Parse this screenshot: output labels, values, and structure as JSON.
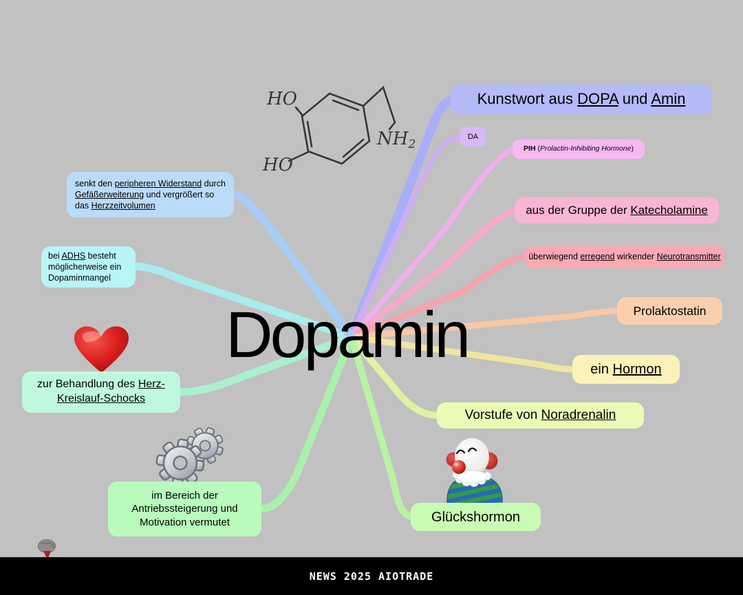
{
  "background": "#c1c1c1",
  "center": {
    "title": "Dopamin"
  },
  "footer": {
    "text": "NEWS 2025 AIOTRADE",
    "bg": "#000000",
    "color": "#ffffff"
  },
  "molecule": {
    "ho_top": "HO",
    "ho_bottom": "HO",
    "amine": "NH",
    "amine_sub": "2"
  },
  "icons": [
    {
      "name": "heart-icon",
      "meaning": "red heart",
      "glyph": "❤"
    },
    {
      "name": "gears-icon",
      "meaning": "two gears",
      "glyph": "⚙"
    },
    {
      "name": "clown-icon",
      "meaning": "clown figure",
      "glyph": "🤡"
    },
    {
      "name": "brain-icon",
      "meaning": "small brain",
      "glyph": "🧠"
    }
  ],
  "nodes": {
    "kunstwort": {
      "fill": "#b5baf9",
      "line": "#a9aef8",
      "segments": [
        {
          "text": "Kunstwort aus "
        },
        {
          "text": "DOPA",
          "u": true
        },
        {
          "text": " und "
        },
        {
          "text": "Amin",
          "u": true
        }
      ]
    },
    "da": {
      "fill": "#d8b9f5",
      "line": "#d0aef2",
      "segments": [
        {
          "text": "DA"
        }
      ]
    },
    "pih": {
      "fill": "#f8b9f2",
      "line": "#f2aeee",
      "segments": [
        {
          "text": "PIH",
          "b": true
        },
        {
          "text": " ("
        },
        {
          "text": "Prolactin-Inhibiting Hormone",
          "i": true
        },
        {
          "text": ")"
        }
      ]
    },
    "katecholamine": {
      "fill": "#f9b5d5",
      "line": "#f5aacb",
      "segments": [
        {
          "text": "aus der Gruppe der "
        },
        {
          "text": "Katecholamine",
          "u": true
        }
      ]
    },
    "neurotransmitter": {
      "fill": "#f9aab4",
      "line": "#f5a4ae",
      "segments": [
        {
          "text": "überwiegend "
        },
        {
          "text": "erregend",
          "u": true
        },
        {
          "text": " wirkender "
        },
        {
          "text": "Neurotransmitter",
          "u": true
        }
      ]
    },
    "prolaktostatin": {
      "fill": "#fbcfae",
      "line": "#f8c8a4",
      "segments": [
        {
          "text": "Prolaktostatin"
        }
      ]
    },
    "hormon": {
      "fill": "#fbf2b9",
      "line": "#f1e5a0",
      "segments": [
        {
          "text": "ein "
        },
        {
          "text": "Hormon",
          "u": true
        }
      ]
    },
    "vorstufe": {
      "fill": "#ebfab5",
      "line": "#dff2a2",
      "segments": [
        {
          "text": "Vorstufe von "
        },
        {
          "text": "Noradrenalin",
          "u": true
        }
      ]
    },
    "glueckshormon": {
      "fill": "#c9fbb5",
      "line": "#baf2a2",
      "segments": [
        {
          "text": "Glückshormon"
        }
      ]
    },
    "bereich": {
      "fill": "#b8fbbc",
      "line": "#a8f2ac",
      "segments": [
        {
          "text": "im Bereich der Antriebssteigerung und Motivation vermutet"
        }
      ]
    },
    "behandlung": {
      "fill": "#c0f8de",
      "line": "#aaf0cf",
      "segments": [
        {
          "text": "zur Behandlung des "
        },
        {
          "text": "Herz-Kreislauf-Schocks",
          "u": true
        }
      ]
    },
    "adhs": {
      "fill": "#b9f4f6",
      "line": "#a8ecf0",
      "segments": [
        {
          "text": "bei "
        },
        {
          "text": "ADHS",
          "u": true
        },
        {
          "text": " besteht möglicherweise ein Dopaminmangel"
        }
      ]
    },
    "senkt": {
      "fill": "#badbf9",
      "line": "#a8ccf5",
      "segments": [
        {
          "text": "senkt den "
        },
        {
          "text": "peripheren Widerstand",
          "u": true
        },
        {
          "text": " durch "
        },
        {
          "text": "Gefäßerweiterung",
          "u": true
        },
        {
          "text": " und vergrößert so das "
        },
        {
          "text": "Herzzeitvolumen",
          "u": true
        }
      ]
    }
  }
}
